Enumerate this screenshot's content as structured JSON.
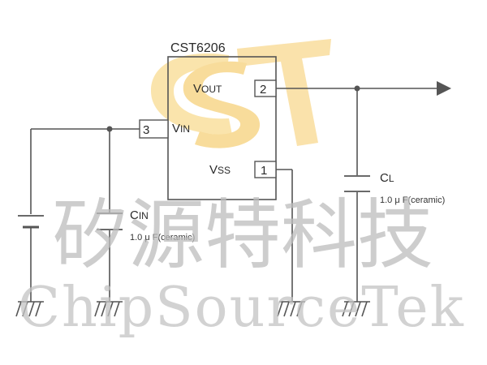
{
  "ic": {
    "part_number": "CST6206",
    "pins": {
      "vout": {
        "number": "2",
        "label_main": "V",
        "label_sub": "OUT"
      },
      "vin": {
        "number": "3",
        "label_main": "V",
        "label_sub": "IN"
      },
      "vss": {
        "number": "1",
        "label_main": "V",
        "label_sub": "SS"
      }
    }
  },
  "capacitors": {
    "cin": {
      "name_main": "C",
      "name_sub": "IN",
      "value": "1.0 μ F(ceramic)"
    },
    "cl": {
      "name_main": "C",
      "name_sub": "L",
      "value": "1.0 μ F(ceramic)"
    }
  },
  "watermark": {
    "chinese": "矽源特科技",
    "english": "ChipSourceTek",
    "logo_letters": "CST",
    "logo_color": "#f3c04a"
  },
  "colors": {
    "wire": "#555555",
    "text": "#2a2a2a"
  }
}
